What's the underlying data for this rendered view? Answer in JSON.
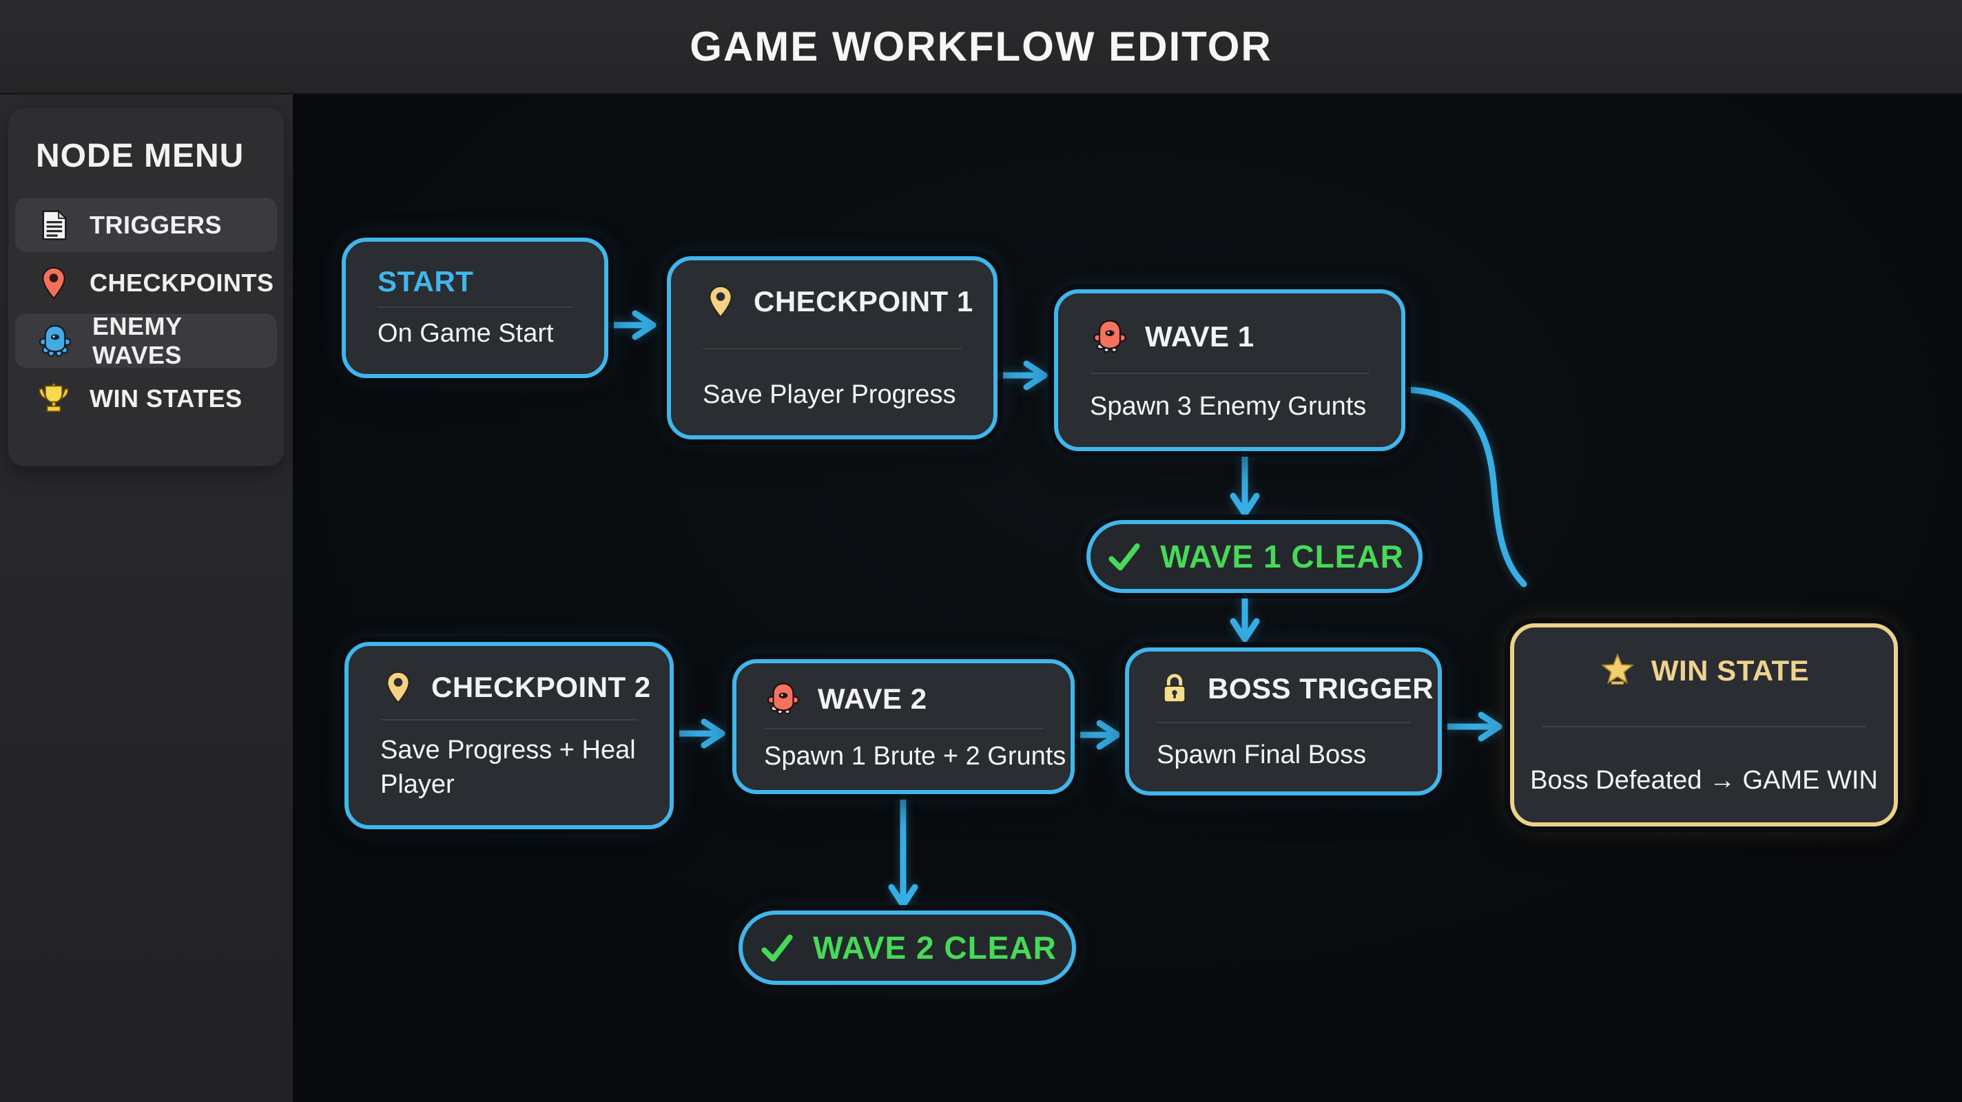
{
  "header": {
    "title": "GAME WORKFLOW EDITOR"
  },
  "sidebar": {
    "title": "NODE MENU",
    "items": [
      {
        "label": "TRIGGERS",
        "icon": "document-icon",
        "highlighted": true
      },
      {
        "label": "CHECKPOINTS",
        "icon": "map-pin-icon",
        "highlighted": false
      },
      {
        "label": "ENEMY WAVES",
        "icon": "enemy-icon",
        "highlighted": true
      },
      {
        "label": "WIN STATES",
        "icon": "trophy-icon",
        "highlighted": false
      }
    ]
  },
  "canvas": {
    "nodes": {
      "start": {
        "title": "START",
        "description": "On Game Start",
        "icon": null
      },
      "checkpoint1": {
        "title": "CHECKPOINT 1",
        "description": "Save Player Progress",
        "icon": "map-pin-icon"
      },
      "wave1": {
        "title": "WAVE 1",
        "description": "Spawn 3 Enemy Grunts",
        "icon": "enemy-icon"
      },
      "wave1clear": {
        "label": "WAVE 1 CLEAR",
        "icon": "check-icon"
      },
      "checkpoint2": {
        "title": "CHECKPOINT 2",
        "description": "Save Progress + Heal Player",
        "icon": "map-pin-icon"
      },
      "wave2": {
        "title": "WAVE 2",
        "description": "Spawn 1 Brute + 2 Grunts",
        "icon": "enemy-icon"
      },
      "bosstrigger": {
        "title": "BOSS TRIGGER",
        "description": "Spawn Final Boss",
        "icon": "lock-icon"
      },
      "winstate": {
        "title": "WIN STATE",
        "description": "Boss Defeated → GAME WIN",
        "icon": "star-icon"
      },
      "wave2clear": {
        "label": "WAVE 2 CLEAR",
        "icon": "check-icon"
      }
    },
    "edges": [
      {
        "from": "start",
        "to": "checkpoint1"
      },
      {
        "from": "checkpoint1",
        "to": "wave1"
      },
      {
        "from": "wave1",
        "to": "wave1clear"
      },
      {
        "from": "wave1clear",
        "to": "bosstrigger"
      },
      {
        "from": "checkpoint2",
        "to": "wave2"
      },
      {
        "from": "wave2",
        "to": "bosstrigger"
      },
      {
        "from": "wave2",
        "to": "wave2clear"
      },
      {
        "from": "bosstrigger",
        "to": "winstate"
      },
      {
        "from": "wave1",
        "to": "winstate"
      }
    ]
  },
  "colors": {
    "accent_cyan": "#3fb6ec",
    "success_green": "#47d957",
    "gold": "#ecd189",
    "enemy_red": "#f5725f",
    "pin_yellow": "#f6d183",
    "node_fill": "#2a2d31",
    "canvas_bg": "#0a0d10"
  }
}
